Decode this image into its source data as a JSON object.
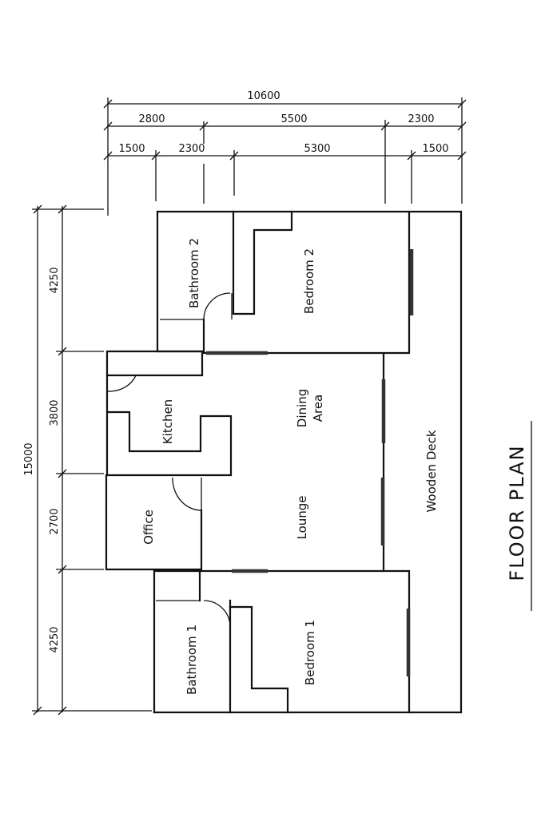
{
  "title": "FLOOR PLAN",
  "dimensions": {
    "overall_width": "10600",
    "width_row1": [
      "2800",
      "5500",
      "2300"
    ],
    "width_row2": [
      "1500",
      "2300",
      "5300",
      "1500"
    ],
    "overall_length": "15000",
    "length_segments": [
      "4250",
      "3800",
      "2700",
      "4250"
    ]
  },
  "rooms": {
    "bathroom2": "Bathroom 2",
    "bedroom2": "Bedroom 2",
    "kitchen": "Kitchen",
    "dining_line1": "Dining",
    "dining_line2": "Area",
    "office": "Office",
    "lounge": "Lounge",
    "bathroom1": "Bathroom 1",
    "bedroom1": "Bedroom 1",
    "wooden_deck": "Wooden Deck"
  }
}
